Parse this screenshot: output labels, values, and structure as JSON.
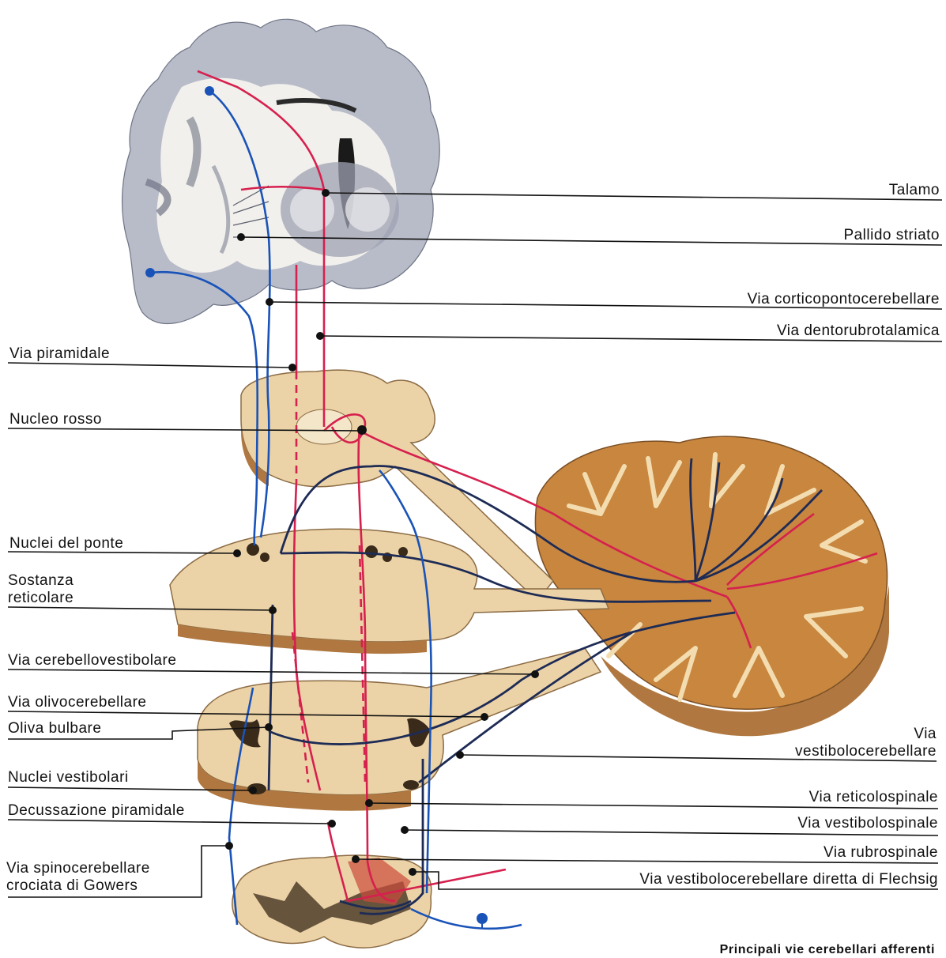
{
  "labels": {
    "talamo": "Talamo",
    "pallido_striato": "Pallido  striato",
    "via_corticopontocerebellare": "Via  corticopontocerebellare",
    "via_dentorubrotalamica": "Via  dentorubrotalamica",
    "via_piramidale": "Via  piramidale",
    "nucleo_rosso": "Nucleo  rosso",
    "nuclei_del_ponte": "Nuclei  del  ponte",
    "sostanza_reticolare": "Sostanza\nreticolare",
    "via_cerebellovestibolare": "Via  cerebellovestibolare",
    "via_olivocerebellare": "Via  olivocerebellare",
    "oliva_bulbare": "Oliva  bulbare",
    "via_vestibolocerebellare": "Via\nvestibolocerebellare",
    "nuclei_vestibolari": "Nuclei  vestibolari",
    "via_reticolospinale": "Via  reticolospinale",
    "decussazione_piramidale": "Decussazione  piramidale",
    "via_vestibolospinale": "Via  vestibolospinale",
    "via_rubrospinale": "Via  rubrospinale",
    "via_spinocerebellare_gowers": "Via  spinocerebellare\ncrociata  di  Gowers",
    "via_flechsig": "Via  vestibolocerebellare  diretta  di  Flechsig"
  },
  "caption": "Principali  vie  cerebellari  afferenti",
  "colors": {
    "afferent_pathway": "#1a53b8",
    "efferent_pathway": "#d6204e",
    "cerebellar_pathway": "#1d2b55",
    "tissue": "#ecd3a7",
    "cortex": "#b8bcc9"
  }
}
